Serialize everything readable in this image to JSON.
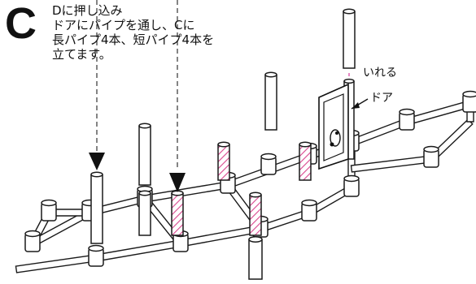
{
  "step": {
    "letter": "C",
    "lines": [
      "Dに押し込み",
      "ドアにパイプを通し、Cに",
      "長パイプ4本、短パイプ4本を",
      "立てます。"
    ]
  },
  "callouts": {
    "insert": "いれる",
    "door": "ドア"
  },
  "colors": {
    "pipe_outline": "#1a1a1a",
    "pipe_fill": "#ffffff",
    "hatch": "#d9478f",
    "guide_dash": "#333333",
    "pink_dash": "#e060b0"
  },
  "icons": {
    "arrows": [
      "down-arrow-icon",
      "down-arrow-icon"
    ],
    "door": "door-icon"
  }
}
